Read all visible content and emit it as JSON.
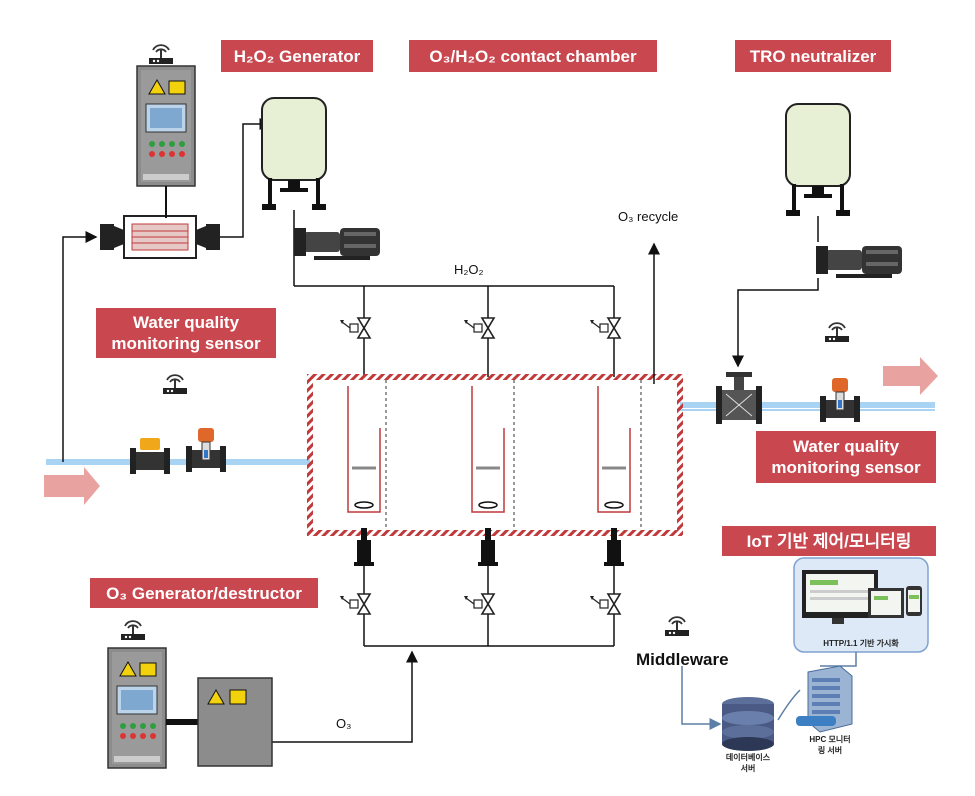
{
  "labels": {
    "h2o2_generator": "H₂O₂ Generator",
    "contact_chamber": "O₃/H₂O₂ contact chamber",
    "tro_neutralizer": "TRO neutralizer",
    "wq_sensor_left_1": "Water quality",
    "wq_sensor_left_2": "monitoring sensor",
    "wq_sensor_right_1": "Water quality",
    "wq_sensor_right_2": "monitoring sensor",
    "o3_generator": "O₃ Generator/destructor",
    "iot": "IoT 기반 제어/모니터링"
  },
  "annotations": {
    "o3_recycle": "O₃ recycle",
    "h2o2": "H₂O₂",
    "o3": "O₃",
    "middleware": "Middleware",
    "http_viz": "HTTP/1.1 기반 가시화",
    "db_server_1": "데이터베이스",
    "db_server_2": "서버",
    "hpc_server_1": "HPC 모니터",
    "hpc_server_2": "링 서버"
  },
  "colors": {
    "label_bg": "#c9474f",
    "water_line": "#a9d3f2",
    "flow_arrow": "#e8a3a0",
    "chamber_border": "#c0393b",
    "tank": "#e7f0d5"
  }
}
